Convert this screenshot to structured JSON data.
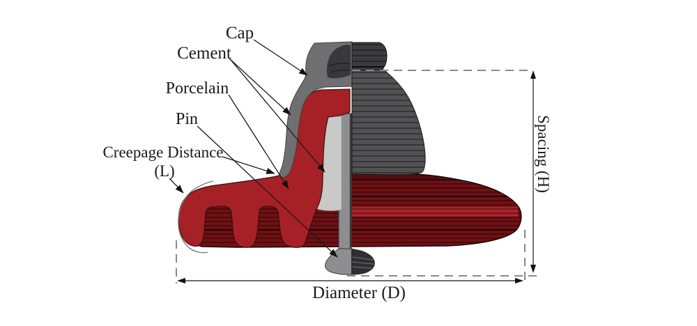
{
  "diagram": {
    "labels": {
      "cap": "Cap",
      "cement": "Cement",
      "porcelain": "Porcelain",
      "pin": "Pin",
      "creepage_line1": "Creepage Distance",
      "creepage_line2": "(L)",
      "spacing": "Spacing (H)",
      "diameter": "Diameter (D)"
    },
    "colors": {
      "background": "#ffffff",
      "porcelain_red": "#a62125",
      "disc_dark_red": "#6f1114",
      "disc_highlight_red": "#b2262c",
      "cap_gray": "#6f6f71",
      "cap_3d_gray": "#525254",
      "knob_3d_gray": "#3c3c3e",
      "cement_gray": "#c9c9c7",
      "pin_gray": "#8e8e90",
      "pin_foot_dark": "#2f2f31",
      "socket_dark": "#38383a"
    }
  }
}
